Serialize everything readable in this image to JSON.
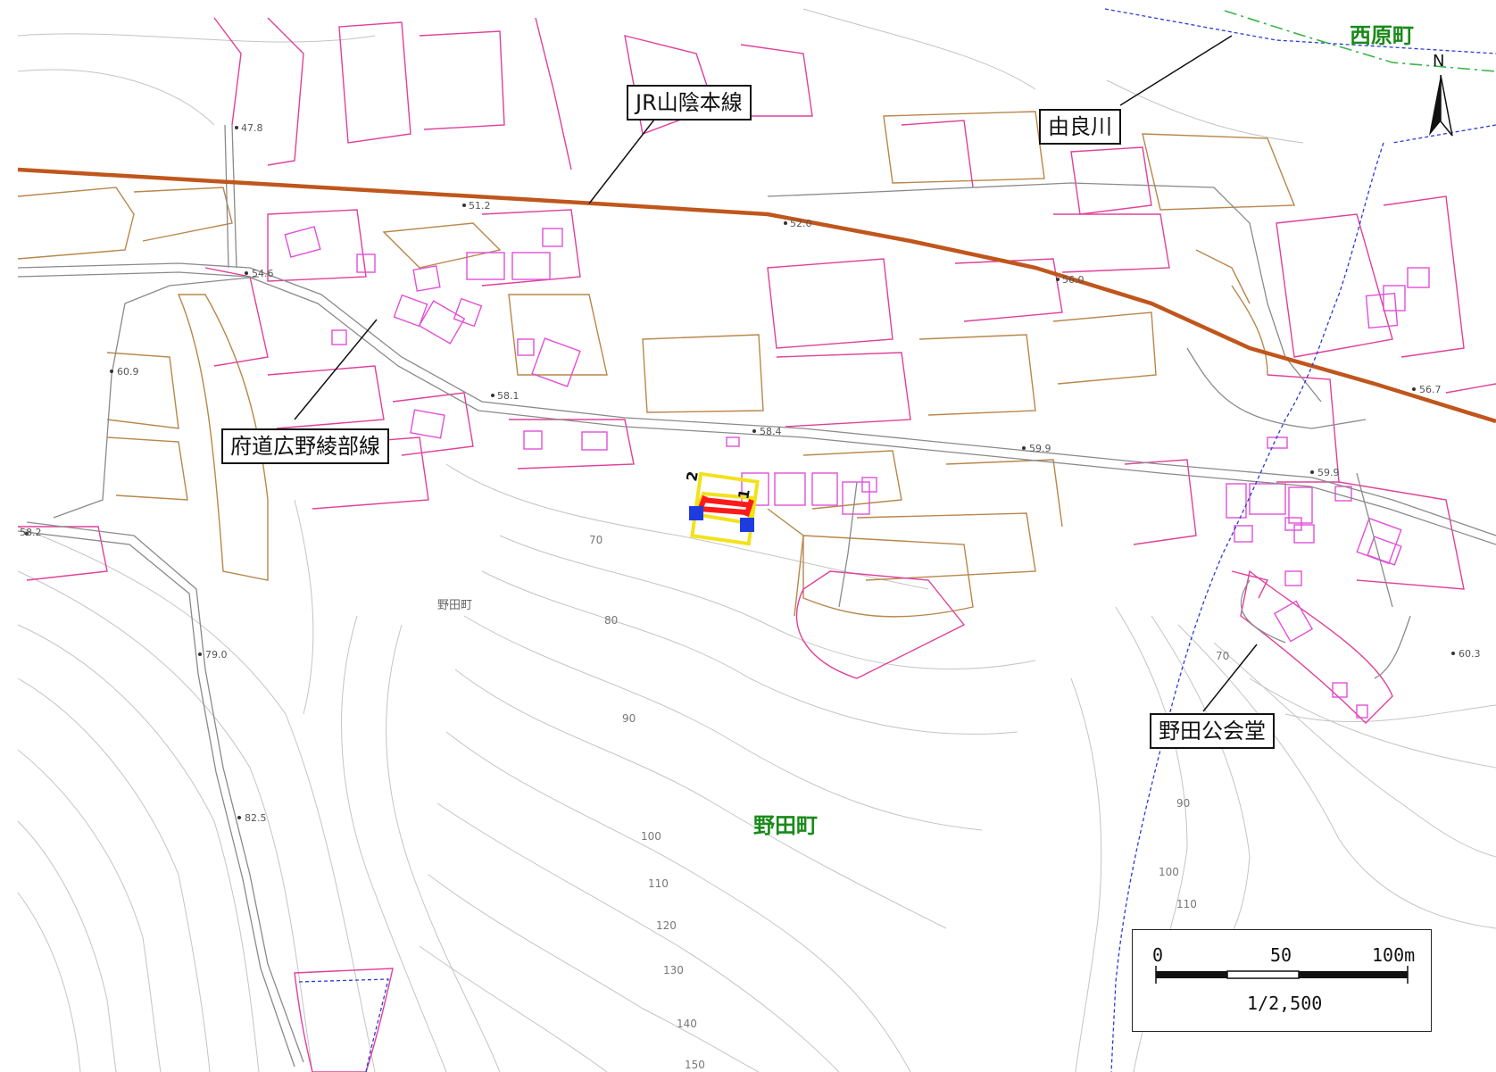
{
  "callouts": {
    "jr_line": "JR山陰本線",
    "river": "由良川",
    "prefectural_road": "府道広野綾部線",
    "community_hall": "野田公会堂"
  },
  "towns": {
    "nishihara": "西原町",
    "noda_large": "野田町",
    "noda_small": "野田町"
  },
  "spot_heights": [
    "47.8",
    "51.2",
    "52.0",
    "54.6",
    "58.1",
    "58.4",
    "59.9",
    "59.9",
    "60.9",
    "58.2",
    "79.0",
    "82.5",
    "56.0",
    "56.7",
    "60.3"
  ],
  "contour_labels": [
    "70",
    "80",
    "90",
    "100",
    "110",
    "120",
    "130",
    "140",
    "150",
    "70",
    "90",
    "100",
    "110"
  ],
  "waypoints": {
    "p1": "1",
    "p2": "2"
  },
  "north": {
    "label": "N"
  },
  "scale": {
    "tick_0": "0",
    "tick_50": "50",
    "tick_100": "100m",
    "ratio": "1/2,500"
  },
  "colors": {
    "parcel": "#e0409a",
    "terrace": "#b8874a",
    "rail": "#c0561c",
    "road": "#8a8a8a",
    "contour": "#c4c4c4",
    "boundary": "#2b3bd6",
    "town_border": "#39b54a",
    "site_frame": "#f2e21b",
    "site_marker": "#ff1a1a",
    "endpoint": "#1e3be0"
  }
}
